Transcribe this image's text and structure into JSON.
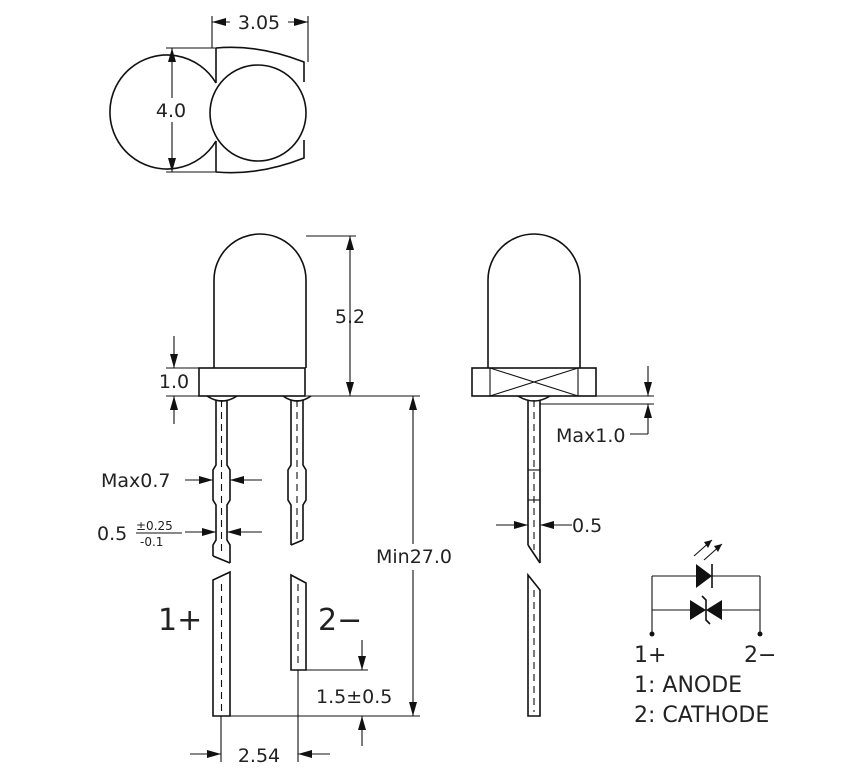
{
  "top_view": {
    "width_dim": "3.05",
    "height_dim": "4.0"
  },
  "front_view": {
    "dome_height": "5.2",
    "flange_height": "1.0",
    "lead_max": "Max0.7",
    "lead_width": "0.5",
    "lead_tol_plus": "±0.25",
    "lead_tol_minus": "-0.1",
    "lead_length": "Min27.0",
    "anode_mark": "1+",
    "cathode_mark": "2−",
    "lead_offset": "1.5±0.5",
    "pitch": "2.54"
  },
  "side_view": {
    "max_height": "Max1.0",
    "lead_width": "0.5"
  },
  "schematic": {
    "pin1": "1+",
    "pin2": "2−",
    "legend1": "1: ANODE",
    "legend2": "2: CATHODE"
  }
}
